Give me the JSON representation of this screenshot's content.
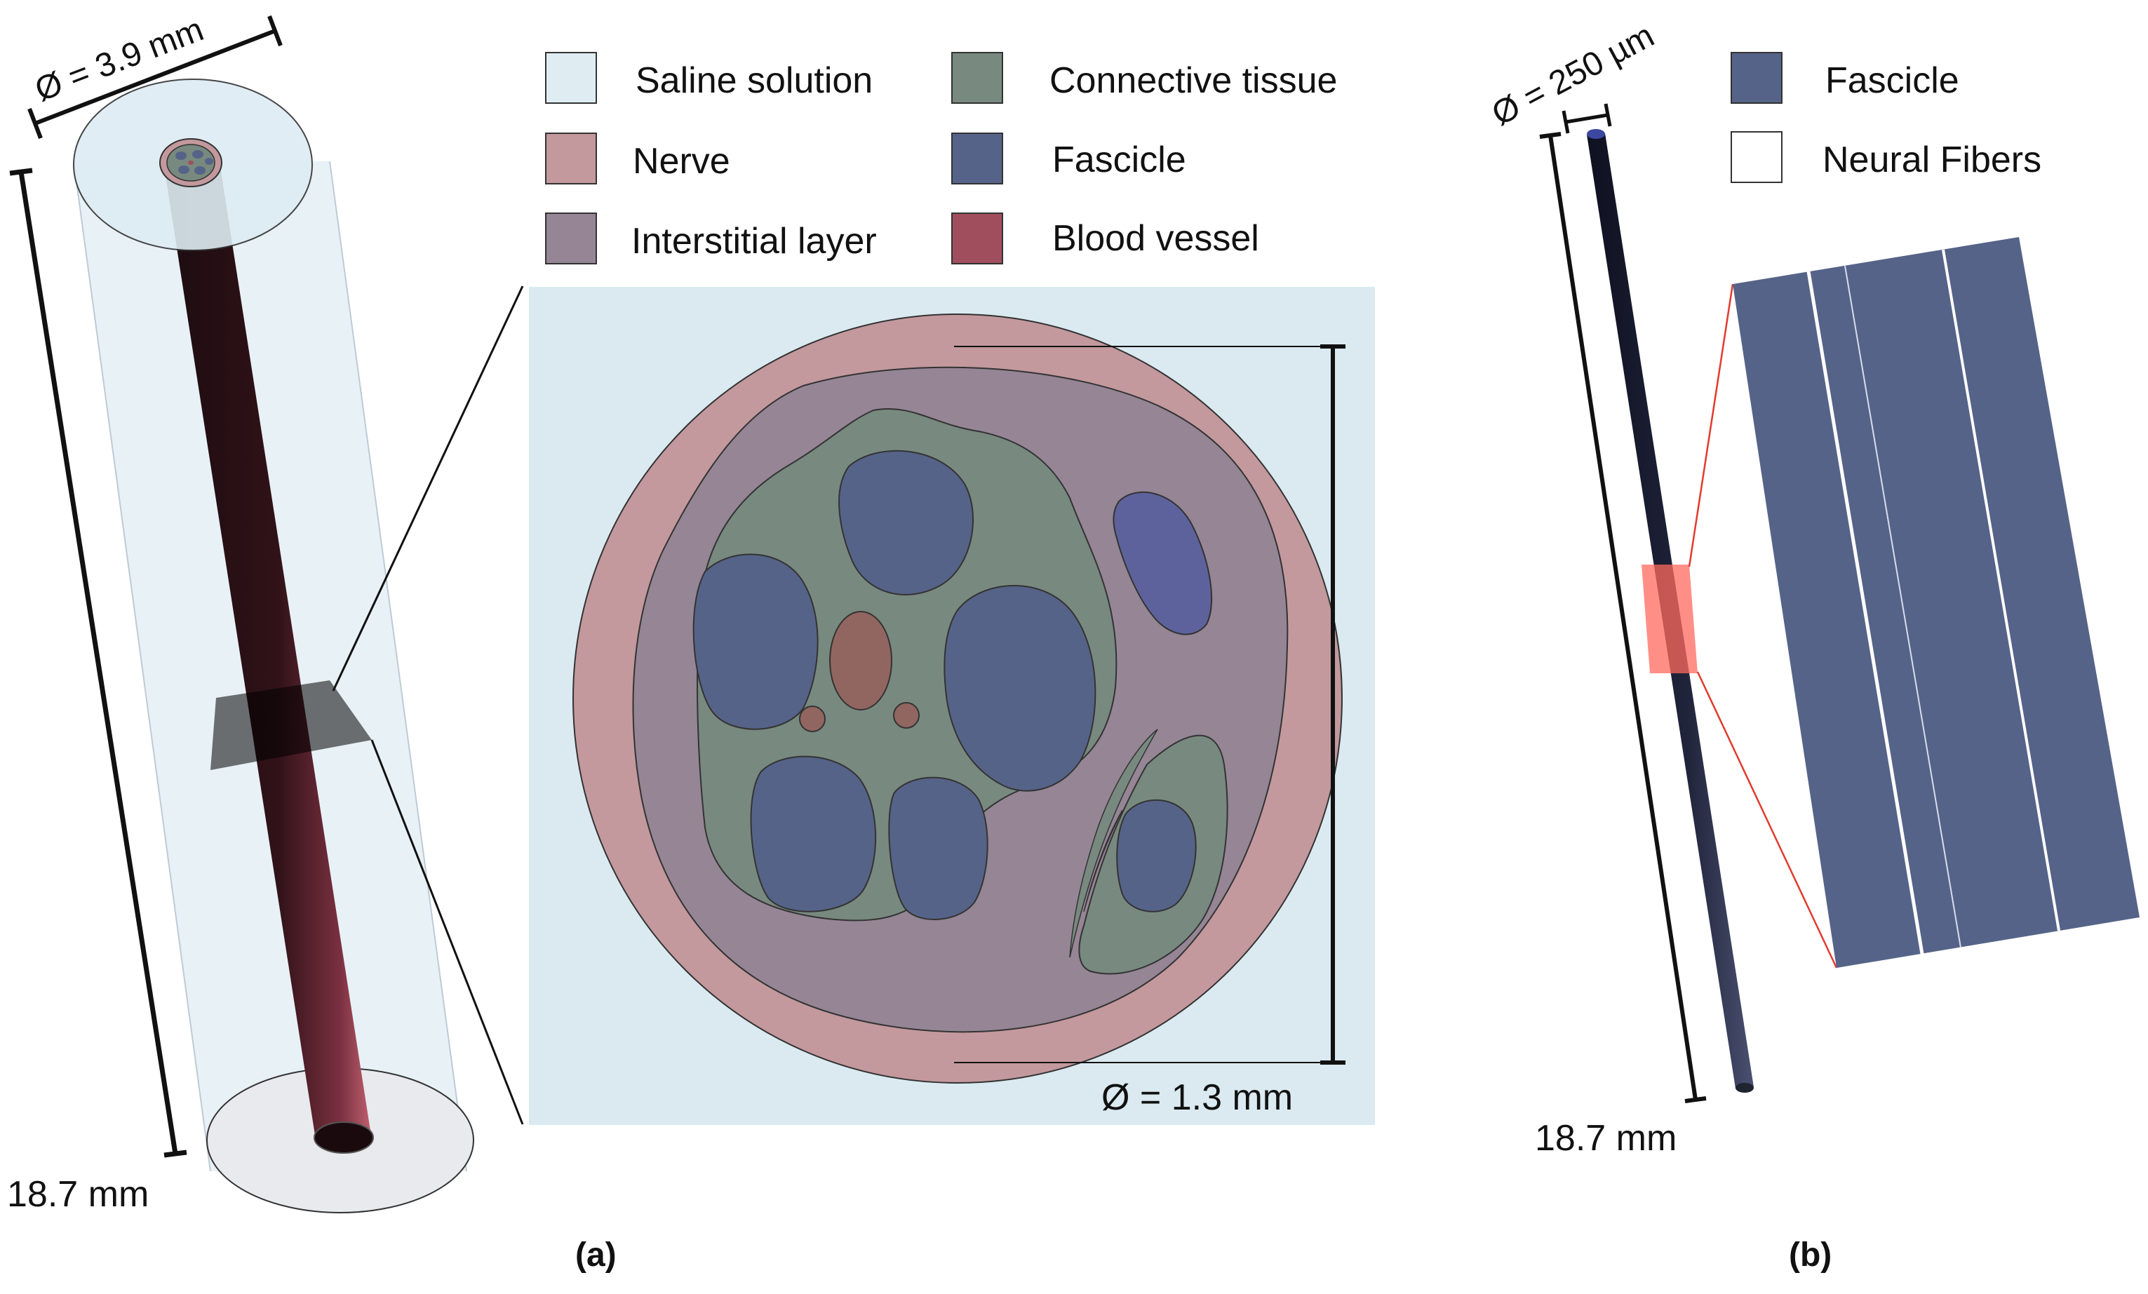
{
  "panel_a": {
    "top_diameter_label": "Ø = 3.9 mm",
    "length_label": "18.7 mm",
    "detail_diameter_label": "Ø = 1.3 mm",
    "caption": "(a)",
    "legend": [
      {
        "label": "Saline solution",
        "color": "#dfedf3"
      },
      {
        "label": "Nerve",
        "color": "#c3999d"
      },
      {
        "label": "Interstitial layer",
        "color": "#958595"
      },
      {
        "label": "Connective tissue",
        "color": "#78897f"
      },
      {
        "label": "Fascicle",
        "color": "#566388"
      },
      {
        "label": "Blood vessel",
        "color": "#a04e5e"
      }
    ]
  },
  "panel_b": {
    "diameter_label": "Ø = 250 µm",
    "length_label": "18.7 mm",
    "caption": "(b)",
    "legend": [
      {
        "label": "Fascicle",
        "color": "#566388"
      },
      {
        "label": "Neural Fibers",
        "color": "#ffffff"
      }
    ]
  }
}
